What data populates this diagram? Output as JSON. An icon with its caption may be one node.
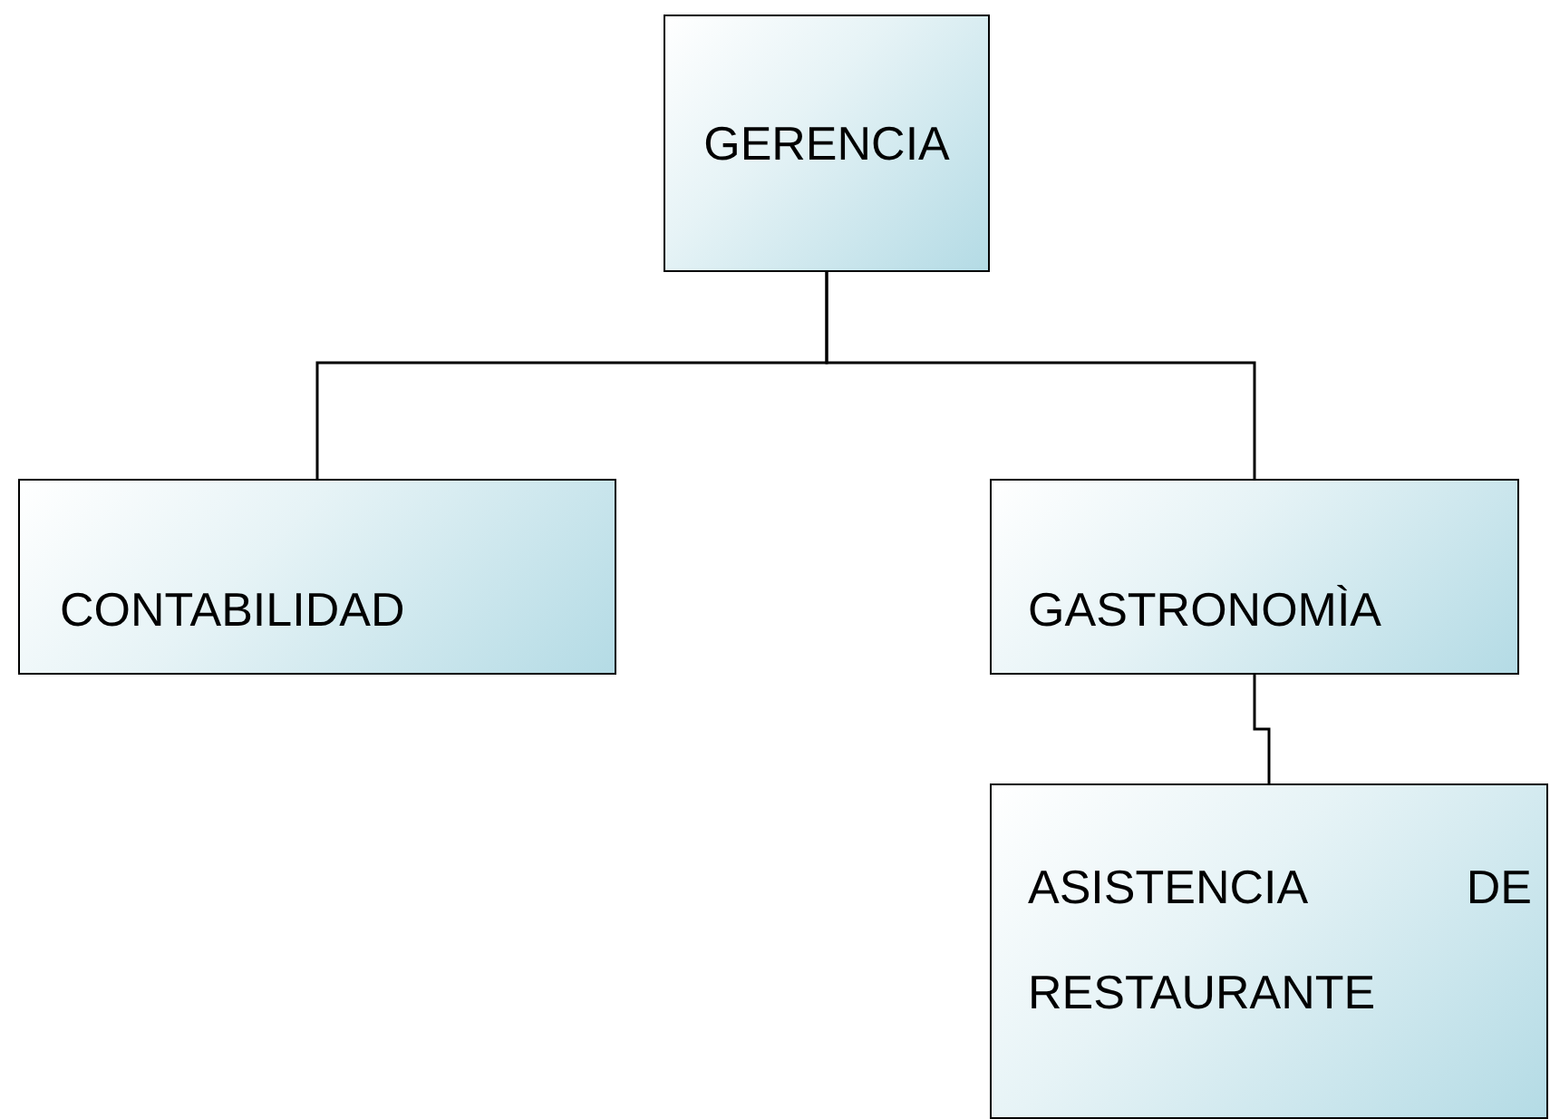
{
  "diagram": {
    "nodes": [
      {
        "text": [
          "GERENCIA"
        ]
      },
      {
        "text": [
          "CONTABILIDAD"
        ]
      },
      {
        "text": [
          "GASTRONOMÌA"
        ]
      },
      {
        "text": [
          "ASISTENCIA DE RESTAURANTE"
        ]
      }
    ],
    "edges": [
      {
        "from": 0,
        "to": 1,
        "arrow": "none"
      },
      {
        "from": 0,
        "to": 2,
        "arrow": "none"
      },
      {
        "from": 2,
        "to": 3,
        "arrow": "none"
      }
    ]
  }
}
